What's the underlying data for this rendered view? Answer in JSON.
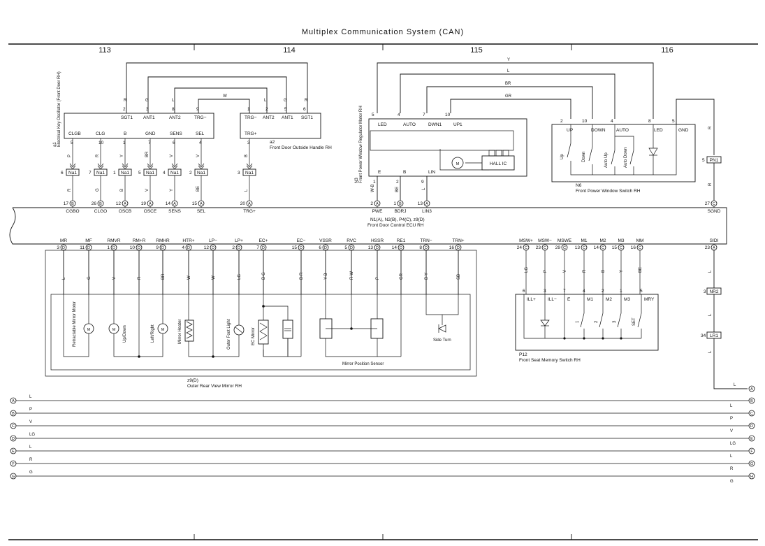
{
  "title": "Multiplex Communication System (CAN)",
  "sections": [
    "113",
    "114",
    "115",
    "116"
  ],
  "components": {
    "a1": {
      "id": "a1",
      "name": "Electrical Key Oscillator (Front Door RH)",
      "top_pins": [
        {
          "num": "2",
          "name": "SGT1",
          "wire": "R"
        },
        {
          "num": "3",
          "name": "ANT1",
          "wire": "G"
        },
        {
          "num": "8",
          "name": "ANT2",
          "wire": "L"
        },
        {
          "num": "9",
          "name": "TRG−",
          "wire": ""
        }
      ],
      "bottom_pins": [
        {
          "num": "5",
          "name": "CLGB",
          "wire": "P"
        },
        {
          "num": "10",
          "name": "CLG",
          "wire": "R"
        },
        {
          "num": "1",
          "name": "B",
          "wire": "Y"
        },
        {
          "num": "7",
          "name": "GND",
          "wire": "BR"
        },
        {
          "num": "6",
          "name": "SENS",
          "wire": "V"
        },
        {
          "num": "4",
          "name": "SEL",
          "wire": "V"
        }
      ]
    },
    "a2": {
      "id": "a2",
      "name": "Front Door Outside Handle RH",
      "top_pins": [
        {
          "num": "1",
          "name": "TRG−",
          "wire": "R"
        },
        {
          "num": "2",
          "name": "ANT2",
          "wire": "L"
        },
        {
          "num": "5",
          "name": "ANT1",
          "wire": "G"
        },
        {
          "num": "6",
          "name": "SGT1",
          "wire": "R"
        }
      ],
      "bottom_pins": [
        {
          "num": "3",
          "name": "TRG+",
          "wire": "B"
        }
      ]
    },
    "n3": {
      "id": "N3",
      "name": "Front Power Window Regulator Motor RH",
      "top_pins": [
        {
          "num": "5",
          "name": "LED"
        },
        {
          "num": "4",
          "name": "AUTO"
        },
        {
          "num": "7",
          "name": "DWN1"
        },
        {
          "num": "10",
          "name": "UP1"
        }
      ],
      "bottom_pins": [
        {
          "num": "1",
          "name": "E",
          "wire": "W-B"
        },
        {
          "num": "2",
          "name": "B",
          "wire": "BE"
        },
        {
          "num": "9",
          "name": "LIN",
          "wire": "L"
        }
      ],
      "internal": [
        "M",
        "HALL IC"
      ]
    },
    "n6": {
      "id": "N6",
      "name": "Front Power Window Switch RH",
      "pins": [
        {
          "num": "2",
          "name": "UP"
        },
        {
          "num": "10",
          "name": "DOWN"
        },
        {
          "num": "4",
          "name": "AUTO"
        },
        {
          "num": "8",
          "name": "LED"
        },
        {
          "num": "5",
          "name": "GND"
        }
      ],
      "switches": [
        "Up",
        "Down",
        "Auto Up",
        "Auto Down"
      ]
    },
    "wires_top": [
      "Y",
      "L",
      "BR",
      "GR"
    ],
    "ecu": {
      "id": "N1(A), N2(B), P4(C), z9(D)",
      "name": "Front Door Control ECU RH",
      "top_pins": [
        {
          "num": "17",
          "conn": "B",
          "name": "CGBO"
        },
        {
          "num": "26",
          "conn": "B",
          "name": "CLGO"
        },
        {
          "num": "12",
          "conn": "A",
          "name": "OSCB"
        },
        {
          "num": "19",
          "conn": "A",
          "name": "OSCE"
        },
        {
          "num": "14",
          "conn": "A",
          "name": "SENS"
        },
        {
          "num": "15",
          "conn": "A",
          "name": "SEL"
        },
        {
          "num": "20",
          "conn": "A",
          "name": "TRG+"
        },
        {
          "num": "2",
          "conn": "A",
          "name": "PWE"
        },
        {
          "num": "1",
          "conn": "B",
          "name": "BDRJ"
        },
        {
          "num": "13",
          "conn": "A",
          "name": "LIN3"
        },
        {
          "num": "27",
          "conn": "C",
          "name": "SGND"
        }
      ],
      "bottom_pins": [
        {
          "num": "3",
          "conn": "D",
          "name": "MR",
          "wire": "L"
        },
        {
          "num": "11",
          "conn": "D",
          "name": "MF",
          "wire": "G"
        },
        {
          "num": "1",
          "conn": "D",
          "name": "RMVR",
          "wire": "V"
        },
        {
          "num": "10",
          "conn": "D",
          "name": "RM+R",
          "wire": "R"
        },
        {
          "num": "9",
          "conn": "D",
          "name": "RMHR",
          "wire": "BR"
        },
        {
          "num": "4",
          "conn": "D",
          "name": "HTR+",
          "wire": "W"
        },
        {
          "num": "12",
          "conn": "D",
          "name": "LP−",
          "wire": "W"
        },
        {
          "num": "2",
          "conn": "D",
          "name": "LP+",
          "wire": "LG"
        },
        {
          "num": "7",
          "conn": "D",
          "name": "EC+",
          "wire": "B-G"
        },
        {
          "num": "15",
          "conn": "D",
          "name": "EC−",
          "wire": "B-R"
        },
        {
          "num": "6",
          "conn": "D",
          "name": "VSSR",
          "wire": "Y-B"
        },
        {
          "num": "5",
          "conn": "D",
          "name": "RVC",
          "wire": "R-W"
        },
        {
          "num": "13",
          "conn": "D",
          "name": "HSSR",
          "wire": "P"
        },
        {
          "num": "14",
          "conn": "D",
          "name": "RE1",
          "wire": "GR"
        },
        {
          "num": "8",
          "conn": "D",
          "name": "TRN−",
          "wire": "B-Y"
        },
        {
          "num": "16",
          "conn": "D",
          "name": "TRN+",
          "wire": "SB"
        },
        {
          "num": "24",
          "conn": "C",
          "name": "MSW+",
          "wire": "LG"
        },
        {
          "num": "23",
          "conn": "C",
          "name": "MSW−",
          "wire": "P"
        },
        {
          "num": "29",
          "conn": "C",
          "name": "MSWE",
          "wire": "V"
        },
        {
          "num": "13",
          "conn": "C",
          "name": "M1",
          "wire": "R"
        },
        {
          "num": "14",
          "conn": "C",
          "name": "M2",
          "wire": "B"
        },
        {
          "num": "15",
          "conn": "C",
          "name": "M3",
          "wire": "Y"
        },
        {
          "num": "16",
          "conn": "C",
          "name": "MM",
          "wire": "BE"
        },
        {
          "num": "23",
          "conn": "A",
          "name": "SIDI",
          "wire": "L"
        }
      ]
    },
    "na1_connectors": [
      {
        "num": "6",
        "label": "Na1"
      },
      {
        "num": "7",
        "label": "Na1"
      },
      {
        "num": "1",
        "label": "Na1"
      },
      {
        "num": "5",
        "label": "Na1"
      },
      {
        "num": "4",
        "label": "Na1"
      },
      {
        "num": "2",
        "label": "Na1"
      },
      {
        "num": "3",
        "label": "Na1"
      }
    ],
    "na1_wires": [
      "R",
      "G",
      "B",
      "V",
      "Y",
      "BE",
      "L"
    ],
    "pn1": {
      "num": "5",
      "label": "PN1",
      "wire_above": "R",
      "wire_below": "R"
    },
    "nr2": {
      "num": "3",
      "label": "NR2"
    },
    "lr1": {
      "num": "34",
      "label": "LR1"
    },
    "z9": {
      "id": "z9(D)",
      "name": "Outer Rear View Mirror RH",
      "parts": [
        "Retractable Mirror Motor",
        "Up/Down",
        "Left/Right",
        "Mirror Heater",
        "Outer Foot Light",
        "EC Mirror",
        "Mirror Position Sensor",
        "Side Turn"
      ]
    },
    "p12": {
      "id": "P12",
      "name": "Front Seat Memory Switch RH",
      "pins": [
        {
          "num": "6",
          "name": "ILL+"
        },
        {
          "num": "3",
          "name": "ILL−"
        },
        {
          "num": "7",
          "name": "E"
        },
        {
          "num": "4",
          "name": "M1"
        },
        {
          "num": "2",
          "name": "M2"
        },
        {
          "num": "1",
          "name": "M3"
        },
        {
          "num": "5",
          "name": "MRY"
        }
      ],
      "switches": [
        "1",
        "2",
        "3",
        "SET"
      ]
    }
  },
  "bus": {
    "left": [
      {
        "id": "A",
        "wire": "L"
      },
      {
        "id": "B",
        "wire": "P"
      },
      {
        "id": "C",
        "wire": "V"
      },
      {
        "id": "D",
        "wire": "LG"
      },
      {
        "id": "E",
        "wire": "L"
      },
      {
        "id": "F",
        "wire": "R"
      },
      {
        "id": "G",
        "wire": "G"
      }
    ],
    "right": [
      {
        "id": "A",
        "wire": "L"
      },
      {
        "id": "B",
        "wire": "L"
      },
      {
        "id": "C",
        "wire": "P"
      },
      {
        "id": "D",
        "wire": "V"
      },
      {
        "id": "E",
        "wire": "LG"
      },
      {
        "id": "F",
        "wire": "L"
      },
      {
        "id": "G",
        "wire": "R"
      },
      {
        "id": "H",
        "wire": "G"
      }
    ]
  }
}
